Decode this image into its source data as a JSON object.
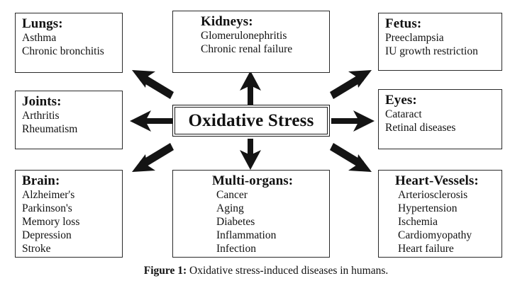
{
  "figure": {
    "center": {
      "label": "Oxidative Stress",
      "name": "oxidative-stress"
    },
    "caption": {
      "label": "Figure 1:",
      "text": " Oxidative stress-induced diseases in humans."
    },
    "nodes": [
      {
        "id": "lungs",
        "title": "Lungs:",
        "items": [
          "Asthma",
          "Chronic bronchitis"
        ]
      },
      {
        "id": "joints",
        "title": "Joints:",
        "items": [
          "Arthritis",
          "Rheumatism"
        ]
      },
      {
        "id": "brain",
        "title": "Brain:",
        "items": [
          "Alzheimer's",
          "Parkinson's",
          "Memory loss",
          "Depression",
          "Stroke"
        ]
      },
      {
        "id": "kidneys",
        "title": "Kidneys:",
        "items": [
          "Glomerulonephritis",
          "Chronic renal failure"
        ]
      },
      {
        "id": "multi-organs",
        "title": "Multi-organs:",
        "items": [
          "Cancer",
          "Aging",
          "Diabetes",
          "Inflammation",
          "Infection"
        ]
      },
      {
        "id": "fetus",
        "title": "Fetus:",
        "items": [
          "Preeclampsia",
          "IU growth restriction"
        ]
      },
      {
        "id": "eyes",
        "title": "Eyes:",
        "items": [
          "Cataract",
          "Retinal diseases"
        ]
      },
      {
        "id": "heart-vessels",
        "title": "Heart-Vessels:",
        "items": [
          "Arteriosclerosis",
          "Hypertension",
          "Ischemia",
          "Cardiomyopathy",
          "Heart failure"
        ]
      }
    ],
    "arrows": [
      {
        "from": "oxidative-stress",
        "to": "lungs",
        "direction": "up-left"
      },
      {
        "from": "oxidative-stress",
        "to": "joints",
        "direction": "left"
      },
      {
        "from": "oxidative-stress",
        "to": "brain",
        "direction": "down-left"
      },
      {
        "from": "oxidative-stress",
        "to": "kidneys",
        "direction": "up"
      },
      {
        "from": "oxidative-stress",
        "to": "multi-organs",
        "direction": "down"
      },
      {
        "from": "oxidative-stress",
        "to": "fetus",
        "direction": "up-right"
      },
      {
        "from": "oxidative-stress",
        "to": "eyes",
        "direction": "right"
      },
      {
        "from": "oxidative-stress",
        "to": "heart-vessels",
        "direction": "down-right"
      }
    ],
    "colors": {
      "ink": "#111111",
      "border": "#2a2a2a",
      "background": "#ffffff"
    }
  }
}
